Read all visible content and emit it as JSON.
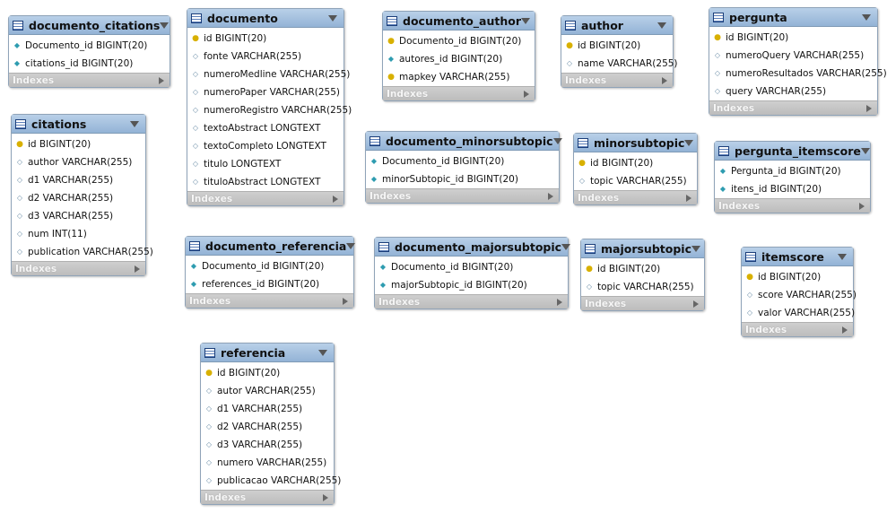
{
  "indexes_label": "Indexes",
  "tables": [
    {
      "name": "documento_citations",
      "columns": [
        {
          "text": "Documento_id BIGINT(20)",
          "kind": "fk"
        },
        {
          "text": "citations_id BIGINT(20)",
          "kind": "fk"
        }
      ]
    },
    {
      "name": "citations",
      "columns": [
        {
          "text": "id BIGINT(20)",
          "kind": "key"
        },
        {
          "text": "author VARCHAR(255)",
          "kind": "att"
        },
        {
          "text": "d1 VARCHAR(255)",
          "kind": "att"
        },
        {
          "text": "d2 VARCHAR(255)",
          "kind": "att"
        },
        {
          "text": "d3 VARCHAR(255)",
          "kind": "att"
        },
        {
          "text": "num INT(11)",
          "kind": "att"
        },
        {
          "text": "publication VARCHAR(255)",
          "kind": "att"
        }
      ]
    },
    {
      "name": "documento",
      "columns": [
        {
          "text": "id BIGINT(20)",
          "kind": "key"
        },
        {
          "text": "fonte VARCHAR(255)",
          "kind": "att"
        },
        {
          "text": "numeroMedline VARCHAR(255)",
          "kind": "att"
        },
        {
          "text": "numeroPaper VARCHAR(255)",
          "kind": "att"
        },
        {
          "text": "numeroRegistro VARCHAR(255)",
          "kind": "att"
        },
        {
          "text": "textoAbstract LONGTEXT",
          "kind": "att"
        },
        {
          "text": "textoCompleto LONGTEXT",
          "kind": "att"
        },
        {
          "text": "titulo LONGTEXT",
          "kind": "att"
        },
        {
          "text": "tituloAbstract LONGTEXT",
          "kind": "att"
        }
      ]
    },
    {
      "name": "documento_referencia",
      "columns": [
        {
          "text": "Documento_id BIGINT(20)",
          "kind": "fk"
        },
        {
          "text": "references_id BIGINT(20)",
          "kind": "fk"
        }
      ]
    },
    {
      "name": "referencia",
      "columns": [
        {
          "text": "id BIGINT(20)",
          "kind": "key"
        },
        {
          "text": "autor VARCHAR(255)",
          "kind": "att"
        },
        {
          "text": "d1 VARCHAR(255)",
          "kind": "att"
        },
        {
          "text": "d2 VARCHAR(255)",
          "kind": "att"
        },
        {
          "text": "d3 VARCHAR(255)",
          "kind": "att"
        },
        {
          "text": "numero VARCHAR(255)",
          "kind": "att"
        },
        {
          "text": "publicacao VARCHAR(255)",
          "kind": "att"
        }
      ]
    },
    {
      "name": "documento_author",
      "columns": [
        {
          "text": "Documento_id BIGINT(20)",
          "kind": "key"
        },
        {
          "text": "autores_id BIGINT(20)",
          "kind": "fk"
        },
        {
          "text": "mapkey VARCHAR(255)",
          "kind": "key"
        }
      ]
    },
    {
      "name": "documento_minorsubtopic",
      "columns": [
        {
          "text": "Documento_id BIGINT(20)",
          "kind": "fk"
        },
        {
          "text": "minorSubtopic_id BIGINT(20)",
          "kind": "fk"
        }
      ]
    },
    {
      "name": "documento_majorsubtopic",
      "columns": [
        {
          "text": "Documento_id BIGINT(20)",
          "kind": "fk"
        },
        {
          "text": "majorSubtopic_id BIGINT(20)",
          "kind": "fk"
        }
      ]
    },
    {
      "name": "author",
      "columns": [
        {
          "text": "id BIGINT(20)",
          "kind": "key"
        },
        {
          "text": "name VARCHAR(255)",
          "kind": "att"
        }
      ]
    },
    {
      "name": "minorsubtopic",
      "columns": [
        {
          "text": "id BIGINT(20)",
          "kind": "key"
        },
        {
          "text": "topic VARCHAR(255)",
          "kind": "att"
        }
      ]
    },
    {
      "name": "majorsubtopic",
      "columns": [
        {
          "text": "id BIGINT(20)",
          "kind": "key"
        },
        {
          "text": "topic VARCHAR(255)",
          "kind": "att"
        }
      ]
    },
    {
      "name": "pergunta",
      "columns": [
        {
          "text": "id BIGINT(20)",
          "kind": "key"
        },
        {
          "text": "numeroQuery VARCHAR(255)",
          "kind": "att"
        },
        {
          "text": "numeroResultados VARCHAR(255)",
          "kind": "att"
        },
        {
          "text": "query VARCHAR(255)",
          "kind": "att"
        }
      ]
    },
    {
      "name": "pergunta_itemscore",
      "columns": [
        {
          "text": "Pergunta_id BIGINT(20)",
          "kind": "fk"
        },
        {
          "text": "itens_id BIGINT(20)",
          "kind": "fk"
        }
      ]
    },
    {
      "name": "itemscore",
      "columns": [
        {
          "text": "id BIGINT(20)",
          "kind": "key"
        },
        {
          "text": "score VARCHAR(255)",
          "kind": "att"
        },
        {
          "text": "valor VARCHAR(255)",
          "kind": "att"
        }
      ]
    }
  ]
}
